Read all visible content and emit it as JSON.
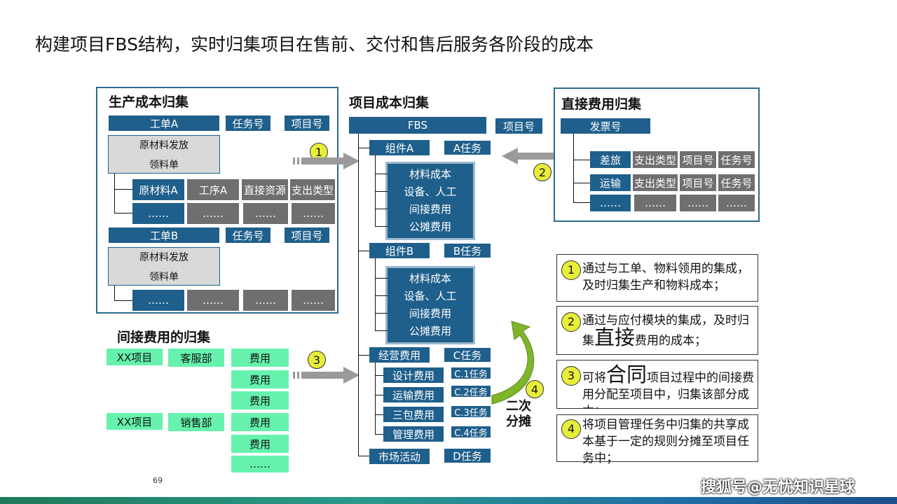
{
  "title": "构建项目FBS结构，实时归集项目在售前、交付和售后服务各阶段的成本",
  "production": {
    "heading": "生产成本归集",
    "order_a": "工单A",
    "order_b": "工单B",
    "task_no": "任务号",
    "project_no": "项目号",
    "material_issue": "原材料发放",
    "requisition": "领料单",
    "row_cells": [
      "原材料A",
      "工序A",
      "直接资源",
      "支出类型"
    ],
    "ellipsis": "……"
  },
  "project_cost": {
    "heading": "项目成本归集",
    "fbs": "FBS",
    "project_no": "项目号",
    "comp_a": "组件A",
    "task_a": "A任务",
    "comp_b": "组件B",
    "task_b": "B任务",
    "cost_items": [
      "材料成本",
      "设备、人工",
      "间接费用",
      "公摊费用"
    ],
    "operating": "经营费用",
    "task_c": "C任务",
    "op_items": [
      "设计费用",
      "运输费用",
      "三包费用",
      "管理费用"
    ],
    "op_tasks": [
      "C.1任务",
      "C.2任务",
      "C.3任务",
      "C.4任务"
    ],
    "market": "市场活动",
    "task_d": "D任务"
  },
  "direct": {
    "heading": "直接费用归集",
    "invoice": "发票号",
    "rows": [
      {
        "label": "差旅",
        "cells": [
          "支出类型",
          "项目号",
          "任务号"
        ]
      },
      {
        "label": "运输",
        "cells": [
          "支出类型",
          "项目号",
          "任务号"
        ]
      }
    ],
    "ellipsis": "……"
  },
  "indirect": {
    "heading": "间接费用的归集",
    "proj1": "XX项目",
    "dept1": "客服部",
    "proj2": "XX项目",
    "dept2": "销售部",
    "fee": "费用",
    "ellipsis": "……"
  },
  "markers": [
    "1",
    "2",
    "3",
    "4"
  ],
  "second_alloc": "二次分摊",
  "notes": {
    "n1": "通过与工单、物料领用的集成，及时归集生产和物料成本；",
    "n2_a": "通过与应付模块的集成，及时归集",
    "n2_big": "直接",
    "n2_b": "费用的成本；",
    "n3_a": "可将",
    "n3_big": "合同",
    "n3_b": "项目过程中的间接费用分配至项目中，归集该部分成本；",
    "n4": "将项目管理任务中归集的共享成本基于一定的规则分摊至项目任务中；"
  },
  "page_number": "69",
  "watermark": "搜狐号@无忧知识星球",
  "colors": {
    "blue": "#1f5f8b",
    "gray": "#6f6f6f",
    "green": "#66f2ad",
    "marker": "#e7ee3a",
    "arrow_green": "#7fb52a"
  }
}
